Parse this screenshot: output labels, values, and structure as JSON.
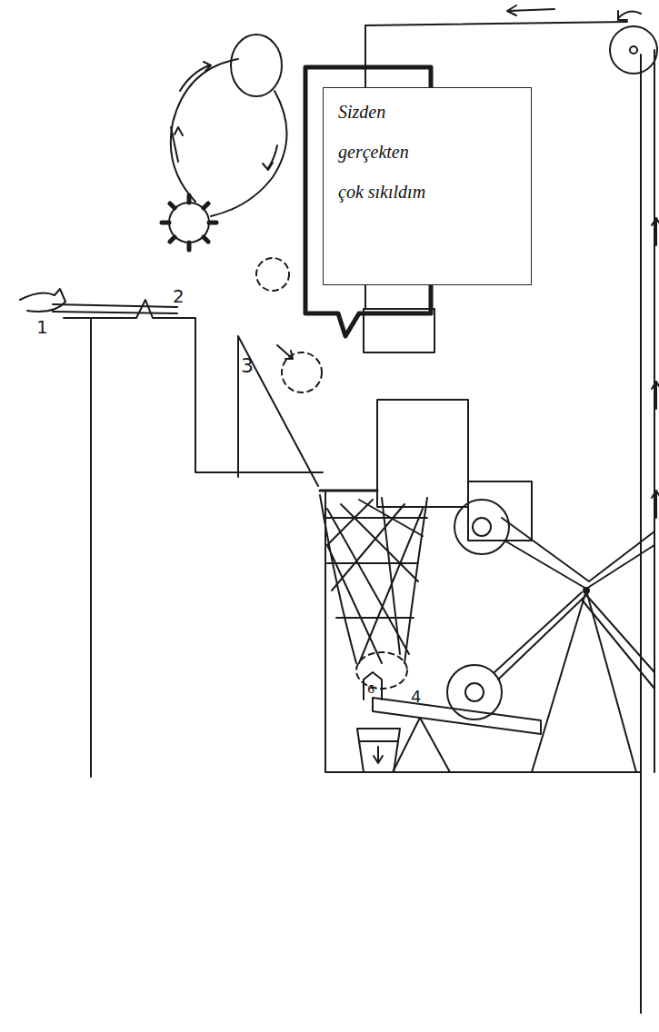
{
  "diagram": {
    "nodes": [
      {
        "text": [
          "Sizden gerçekten çok sıkıldım"
        ]
      }
    ],
    "labels": [
      "1",
      "2",
      "3",
      "4",
      "6"
    ]
  }
}
